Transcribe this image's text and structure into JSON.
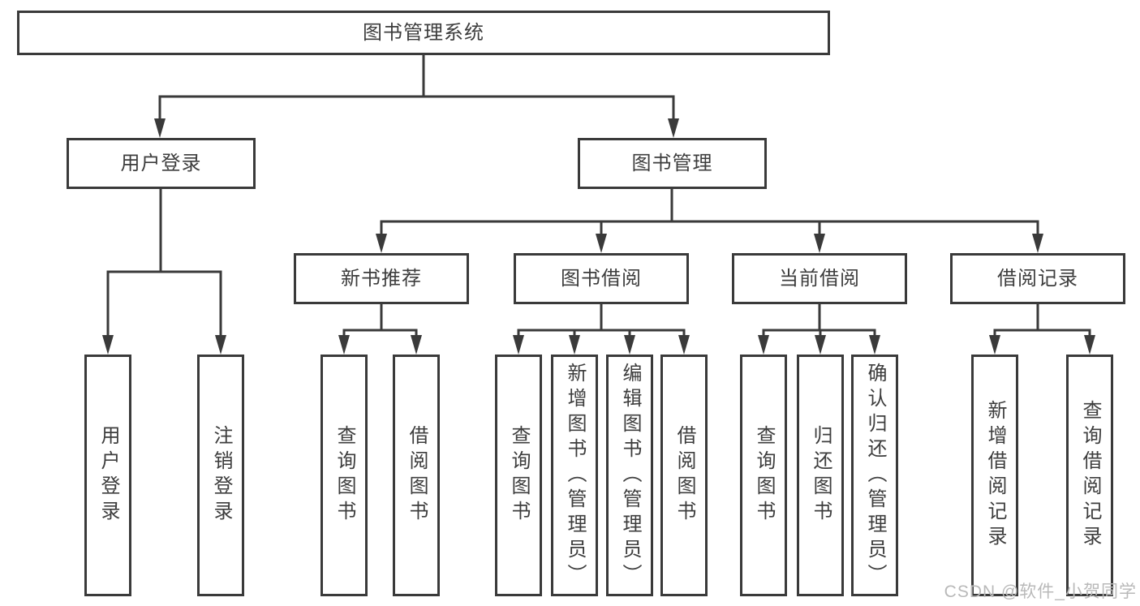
{
  "diagram": {
    "type": "tree",
    "colors": {
      "line": "#3a3a3a",
      "box_border": "#3a3a3a",
      "box_background": "#ffffff",
      "text": "#3d3d3d",
      "watermark_text": "#b9b9b9",
      "page_background": "#ffffff"
    }
  },
  "tree": {
    "label": "图书管理系统",
    "children": [
      {
        "label": "用户登录",
        "children": [
          {
            "label": "用户登录"
          },
          {
            "label": "注销登录"
          }
        ]
      },
      {
        "label": "图书管理",
        "children": [
          {
            "label": "新书推荐",
            "children": [
              {
                "label": "查询图书"
              },
              {
                "label": "借阅图书"
              }
            ]
          },
          {
            "label": "图书借阅",
            "children": [
              {
                "label": "查询图书"
              },
              {
                "label": "新增图书（管理员）"
              },
              {
                "label": "编辑图书（管理员）"
              },
              {
                "label": "借阅图书"
              }
            ]
          },
          {
            "label": "当前借阅",
            "children": [
              {
                "label": "查询图书"
              },
              {
                "label": "归还图书"
              },
              {
                "label": "确认归还（管理员）"
              }
            ]
          },
          {
            "label": "借阅记录",
            "children": [
              {
                "label": "新增借阅记录"
              },
              {
                "label": "查询借阅记录"
              }
            ]
          }
        ]
      }
    ]
  },
  "watermark": {
    "text": "CSDN @软件_小贺同学"
  }
}
